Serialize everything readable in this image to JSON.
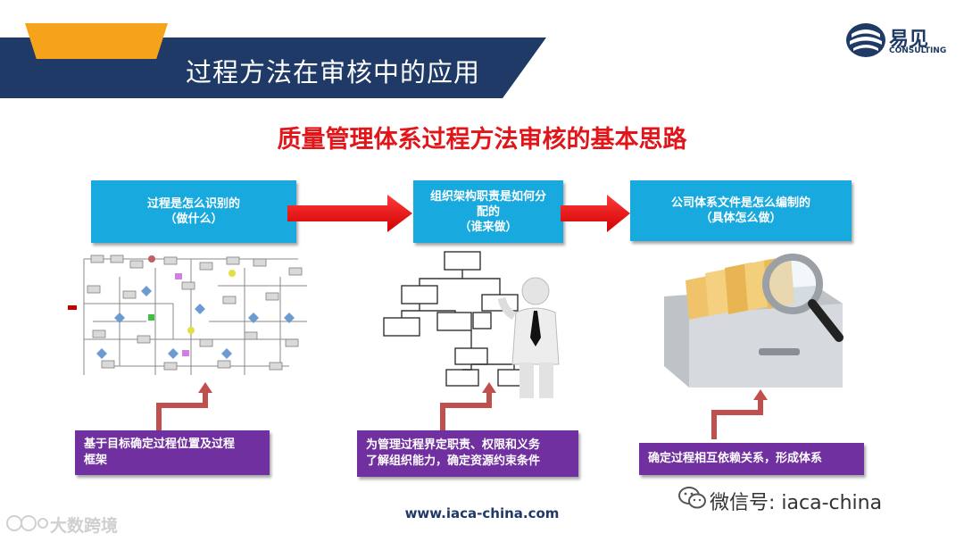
{
  "header": {
    "title": "过程方法在审核中的应用"
  },
  "logo": {
    "cn": "易见",
    "en": "CONSULTING"
  },
  "main_title": "质量管理体系过程方法审核的基本思路",
  "steps": [
    {
      "line1": "过程是怎么识别的",
      "line2": "（做什么）"
    },
    {
      "line1": "组织架构职责是如何分",
      "line2": "配的",
      "line3": "（谁来做）"
    },
    {
      "line1": "公司体系文件是怎么编制的",
      "line2": "（具体怎么做）"
    }
  ],
  "notes": [
    {
      "line1": "基于目标确定过程位置及过程",
      "line2": "框架"
    },
    {
      "line1": "为管理过程界定职责、权限和义务",
      "line2": "了解组织能力，确定资源约束条件"
    },
    {
      "line1": "确定过程相互依赖关系，形成体系"
    }
  ],
  "footer": {
    "website": "www.iaca-china.com",
    "wechat": "微信号: iaca-china",
    "watermark": "大数跨境"
  },
  "colors": {
    "navy": "#1f3a66",
    "orange": "#f5a31a",
    "red_title": "#e0161b",
    "blue_box": "#18a9de",
    "purple_box": "#7030a0",
    "arrow_red": "#ff0000",
    "connector": "#c0504d"
  }
}
